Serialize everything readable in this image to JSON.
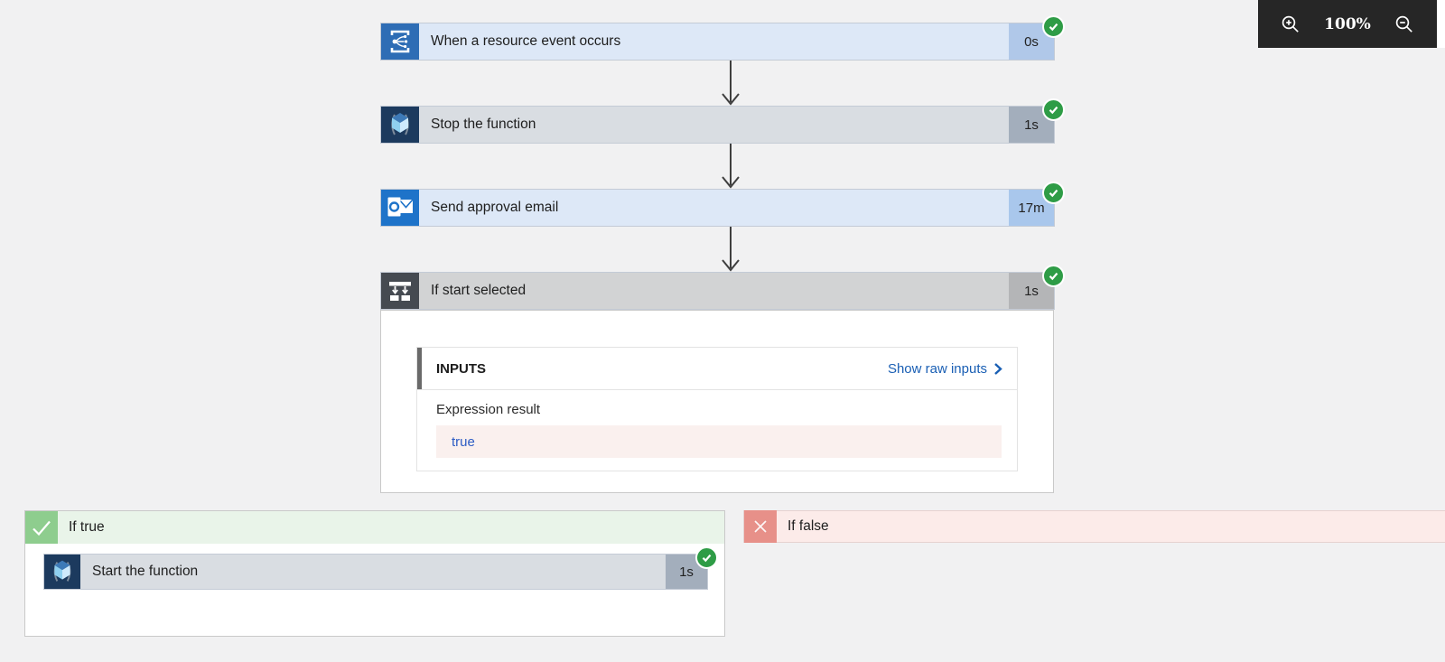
{
  "zoom_toolbar": {
    "zoom_level": "100%"
  },
  "steps": [
    {
      "title": "When a resource event occurs",
      "duration": "0s",
      "status": "succeeded",
      "icon": "event-grid-icon"
    },
    {
      "title": "Stop the function",
      "duration": "1s",
      "status": "succeeded",
      "icon": "function-cube-icon"
    },
    {
      "title": "Send approval email",
      "duration": "17m",
      "status": "succeeded",
      "icon": "outlook-icon"
    },
    {
      "title": "If start selected",
      "duration": "1s",
      "status": "succeeded",
      "icon": "condition-icon"
    }
  ],
  "condition_panel": {
    "inputs_header": "INPUTS",
    "show_raw_inputs": "Show raw inputs",
    "expression_result_label": "Expression result",
    "expression_value": "true"
  },
  "branches": {
    "if_true": {
      "label": "If true",
      "result": "matched",
      "step": {
        "title": "Start the function",
        "duration": "1s",
        "status": "succeeded",
        "icon": "function-cube-icon"
      }
    },
    "if_false": {
      "label": "If false",
      "result": "skipped"
    }
  },
  "colors": {
    "canvas_bg": "#f1f1f2",
    "trigger_icon_blue": "#2e6db5",
    "function_icon_navy": "#1c3a5e",
    "outlook_icon_blue": "#1e73c9",
    "condition_icon_slate": "#454a51",
    "success_green": "#2e9c46",
    "true_branch_green": "#8ecd8e",
    "false_branch_red": "#e79089",
    "link_blue": "#1a5fb4",
    "expression_value_blue": "#2d5cc4",
    "expression_box_pink": "#faf0ee",
    "toolbar_dark": "#262626"
  }
}
